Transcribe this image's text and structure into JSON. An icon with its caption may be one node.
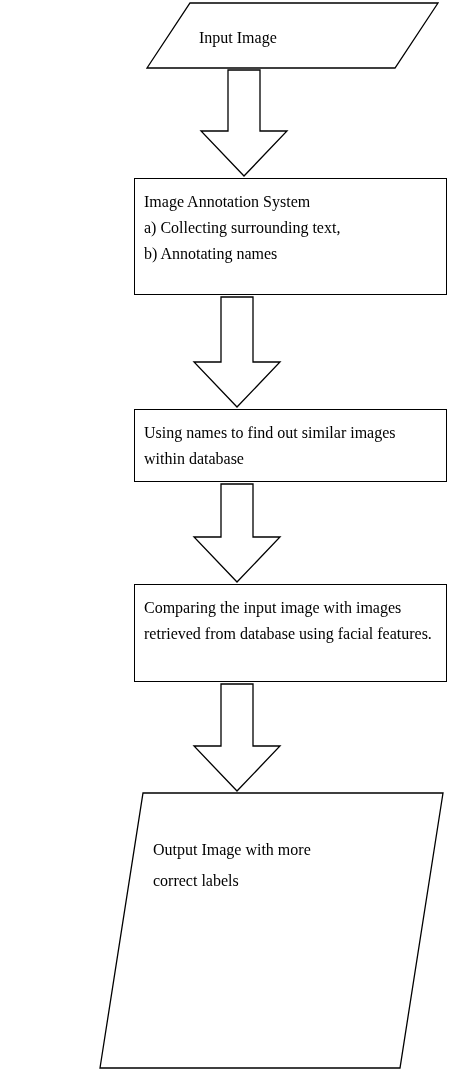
{
  "diagram": {
    "nodes": [
      {
        "text": [
          "Input Image"
        ]
      },
      {
        "text": [
          "Image Annotation System",
          "a) Collecting surrounding text,",
          "b) Annotating names"
        ]
      },
      {
        "text": [
          "Using names to find out similar images within database"
        ]
      },
      {
        "text": [
          "Comparing the input image with images retrieved from database using facial features."
        ]
      },
      {
        "text": [
          "Output Image with more correct labels"
        ]
      }
    ],
    "edges": [
      {
        "from": 0,
        "to": 1,
        "arrow": "to"
      },
      {
        "from": 1,
        "to": 2,
        "arrow": "to"
      },
      {
        "from": 2,
        "to": 3,
        "arrow": "to"
      },
      {
        "from": 3,
        "to": 4,
        "arrow": "to"
      }
    ]
  }
}
